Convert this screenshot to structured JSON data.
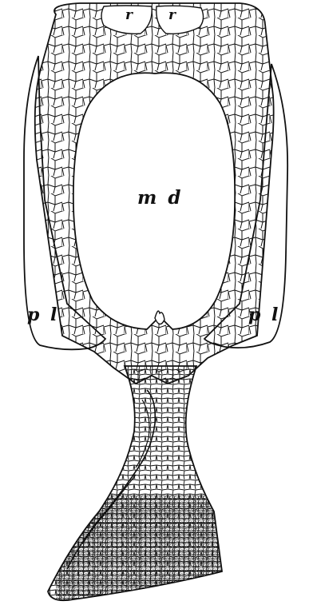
{
  "labels": {
    "r_left": "r",
    "r_right": "r",
    "md": "m d",
    "pl_left": "p l",
    "pl_right": "p l"
  },
  "colors": {
    "ink": "#111111",
    "paper": "#ffffff"
  }
}
